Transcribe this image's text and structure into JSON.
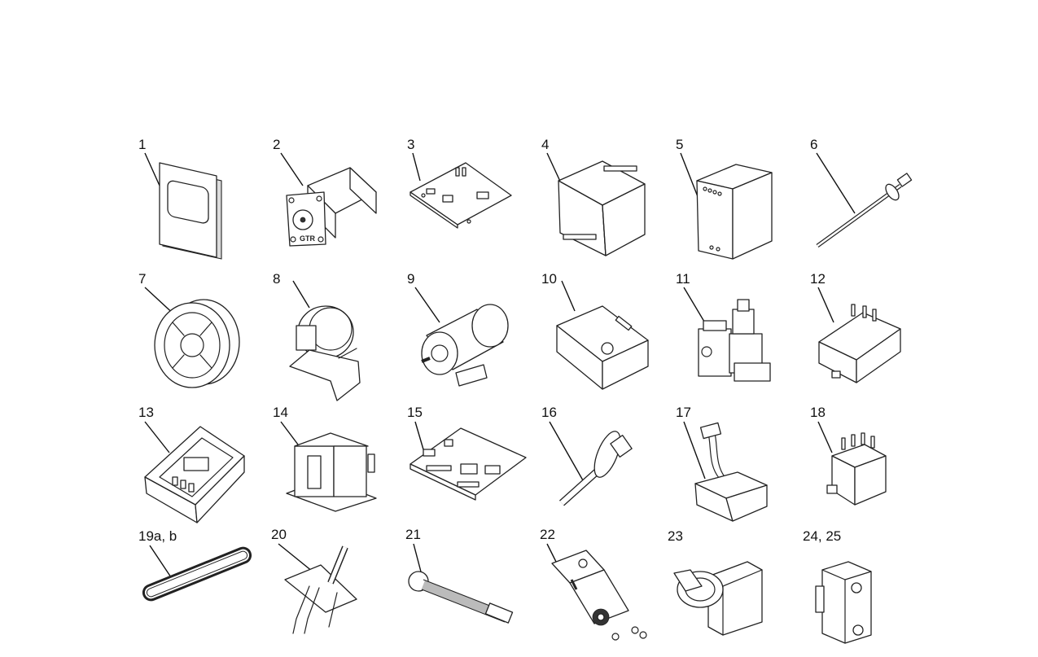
{
  "parts": [
    {
      "number": "1",
      "icon": "display-window-icon"
    },
    {
      "number": "2",
      "icon": "gear-motor-icon",
      "marking": "GTR"
    },
    {
      "number": "3",
      "icon": "circuit-board-icon"
    },
    {
      "number": "4",
      "icon": "control-module-icon"
    },
    {
      "number": "5",
      "icon": "din-rail-module-icon"
    },
    {
      "number": "6",
      "icon": "probe-rod-icon"
    },
    {
      "number": "7",
      "icon": "axial-fan-icon"
    },
    {
      "number": "8",
      "icon": "pressure-switch-icon"
    },
    {
      "number": "9",
      "icon": "electric-motor-icon"
    },
    {
      "number": "10",
      "icon": "ignition-control-icon"
    },
    {
      "number": "11",
      "icon": "gas-valve-icon"
    },
    {
      "number": "12",
      "icon": "relay-icon"
    },
    {
      "number": "13",
      "icon": "terminal-box-icon"
    },
    {
      "number": "14",
      "icon": "transformer-icon"
    },
    {
      "number": "15",
      "icon": "control-board-icon"
    },
    {
      "number": "16",
      "icon": "flanged-sensor-icon"
    },
    {
      "number": "17",
      "icon": "sensor-module-icon"
    },
    {
      "number": "18",
      "icon": "contactor-icon"
    },
    {
      "number": "19a, b",
      "icon": "drive-belt-icon"
    },
    {
      "number": "20",
      "icon": "igniter-electrode-icon"
    },
    {
      "number": "21",
      "icon": "ignition-cable-icon"
    },
    {
      "number": "22",
      "icon": "mounting-bracket-icon"
    },
    {
      "number": "23",
      "icon": "knob-switch-icon"
    },
    {
      "number": "24, 25",
      "icon": "terminal-block-icon"
    }
  ]
}
